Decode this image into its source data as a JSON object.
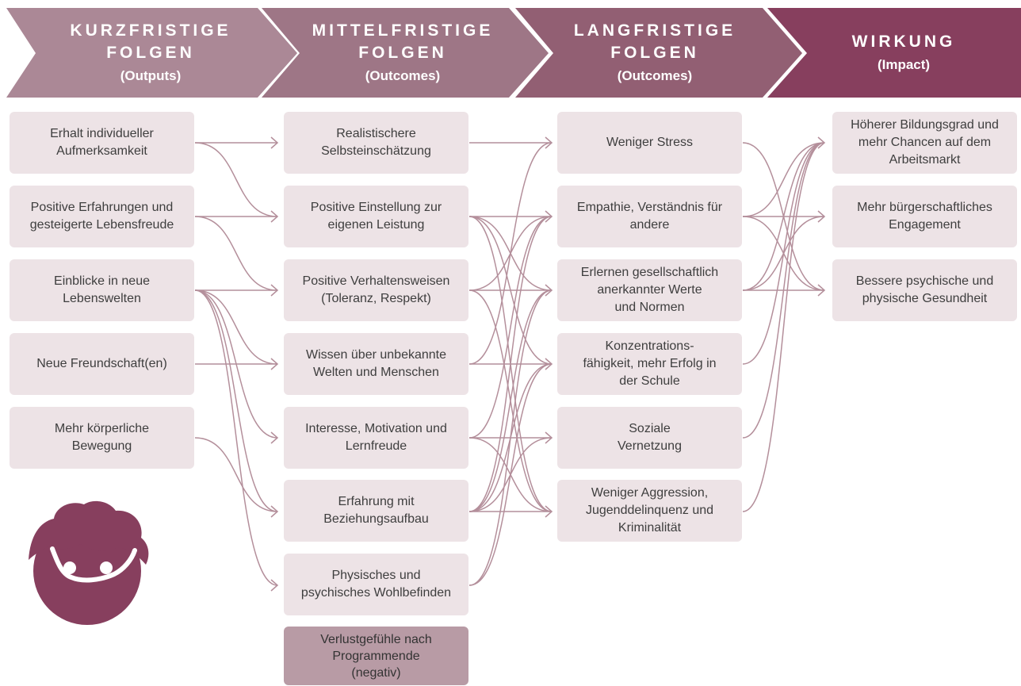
{
  "colors": {
    "arrow": "#b48f9b",
    "box": "#ede3e6",
    "negative": "#b89ba5",
    "col1": "#ab8896",
    "col2": "#9e7686",
    "col3": "#925f73",
    "col4": "#873f5e"
  },
  "headers": [
    {
      "title": "KURZFRISTIGE\nFOLGEN",
      "subtitle": "(Outputs)"
    },
    {
      "title": "MITTELFRISTIGE\nFOLGEN",
      "subtitle": "(Outcomes)"
    },
    {
      "title": "LANGFRISTIGE\nFOLGEN",
      "subtitle": "(Outcomes)"
    },
    {
      "title": "WIRKUNG",
      "subtitle": "(Impact)"
    }
  ],
  "outputs": [
    "Erhalt individueller\nAufmerksamkeit",
    "Positive Erfahrungen und\ngesteigerte Lebensfreude",
    "Einblicke in neue\nLebenswelten",
    "Neue Freundschaft(en)",
    "Mehr körperliche\nBewegung"
  ],
  "mid_outcomes": [
    "Realistischere\nSelbsteinschätzung",
    "Positive Einstellung zur\neigenen Leistung",
    "Positive Verhaltensweisen\n(Toleranz, Respekt)",
    "Wissen über unbekannte\nWelten und Menschen",
    "Interesse, Motivation und\nLernfreude",
    "Erfahrung mit\nBeziehungsaufbau",
    "Physisches und\npsychisches Wohlbefinden",
    "Verlustgefühle nach\nProgrammende\n(negativ)"
  ],
  "long_outcomes": [
    "Weniger Stress",
    "Empathie, Verständnis für\nandere",
    "Erlernen gesellschaftlich\nanerkannter Werte\nund Normen",
    "Konzentrations-\nfähigkeit, mehr Erfolg in\nder Schule",
    "Soziale\nVernetzung",
    "Weniger Aggression,\nJugenddelinquenz und\nKriminalität"
  ],
  "impacts": [
    "Höherer Bildungsgrad und\nmehr Chancen auf dem\nArbeitsmarkt",
    "Mehr bürgerschaftliches\nEngagement",
    "Bessere psychische und\nphysische Gesundheit"
  ],
  "links_out_to_mid": [
    [
      0,
      0
    ],
    [
      0,
      1
    ],
    [
      1,
      1
    ],
    [
      1,
      2
    ],
    [
      2,
      2
    ],
    [
      2,
      3
    ],
    [
      2,
      4
    ],
    [
      2,
      5
    ],
    [
      2,
      6
    ],
    [
      3,
      3
    ],
    [
      4,
      5
    ]
  ],
  "links_mid_to_long": [
    [
      0,
      0
    ],
    [
      1,
      1
    ],
    [
      1,
      2
    ],
    [
      1,
      3
    ],
    [
      1,
      5
    ],
    [
      2,
      1
    ],
    [
      2,
      2
    ],
    [
      2,
      5
    ],
    [
      3,
      0
    ],
    [
      3,
      3
    ],
    [
      4,
      1
    ],
    [
      4,
      4
    ],
    [
      4,
      5
    ],
    [
      5,
      1
    ],
    [
      5,
      2
    ],
    [
      5,
      3
    ],
    [
      5,
      4
    ],
    [
      5,
      5
    ],
    [
      6,
      2
    ],
    [
      6,
      3
    ]
  ],
  "links_long_to_impact": [
    [
      0,
      2
    ],
    [
      1,
      0
    ],
    [
      1,
      1
    ],
    [
      1,
      2
    ],
    [
      2,
      0
    ],
    [
      2,
      1
    ],
    [
      2,
      2
    ],
    [
      3,
      0
    ],
    [
      4,
      0
    ],
    [
      5,
      0
    ]
  ]
}
